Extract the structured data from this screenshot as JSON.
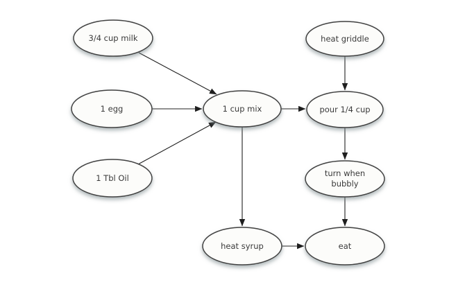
{
  "diagram": {
    "description": "Pancake making flowchart",
    "nodes": {
      "milk": {
        "label": "3/4 cup milk"
      },
      "egg": {
        "label": "1 egg"
      },
      "oil": {
        "label": "1 Tbl Oil"
      },
      "mix": {
        "label": "1 cup mix"
      },
      "griddle": {
        "label": "heat griddle"
      },
      "pour": {
        "label": "pour 1/4 cup"
      },
      "turn": {
        "line1": "turn when",
        "line2": "bubbly"
      },
      "syrup": {
        "label": "heat syrup"
      },
      "eat": {
        "label": "eat"
      }
    },
    "edges": [
      {
        "from": "3/4 cup milk",
        "to": "1 cup mix"
      },
      {
        "from": "1 egg",
        "to": "1 cup mix"
      },
      {
        "from": "1 Tbl Oil",
        "to": "1 cup mix"
      },
      {
        "from": "heat griddle",
        "to": "pour 1/4 cup"
      },
      {
        "from": "1 cup mix",
        "to": "pour 1/4 cup"
      },
      {
        "from": "pour 1/4 cup",
        "to": "turn when bubbly"
      },
      {
        "from": "turn when bubbly",
        "to": "eat"
      },
      {
        "from": "1 cup mix",
        "to": "heat syrup"
      },
      {
        "from": "heat syrup",
        "to": "eat"
      }
    ],
    "colors": {
      "node_fill": "#fcfcfa",
      "node_stroke": "#3f3f3f",
      "edge": "#1f1f1f",
      "text": "#3a3a3a",
      "shadow": "#7d8a8d",
      "background": "#ffffff"
    }
  }
}
